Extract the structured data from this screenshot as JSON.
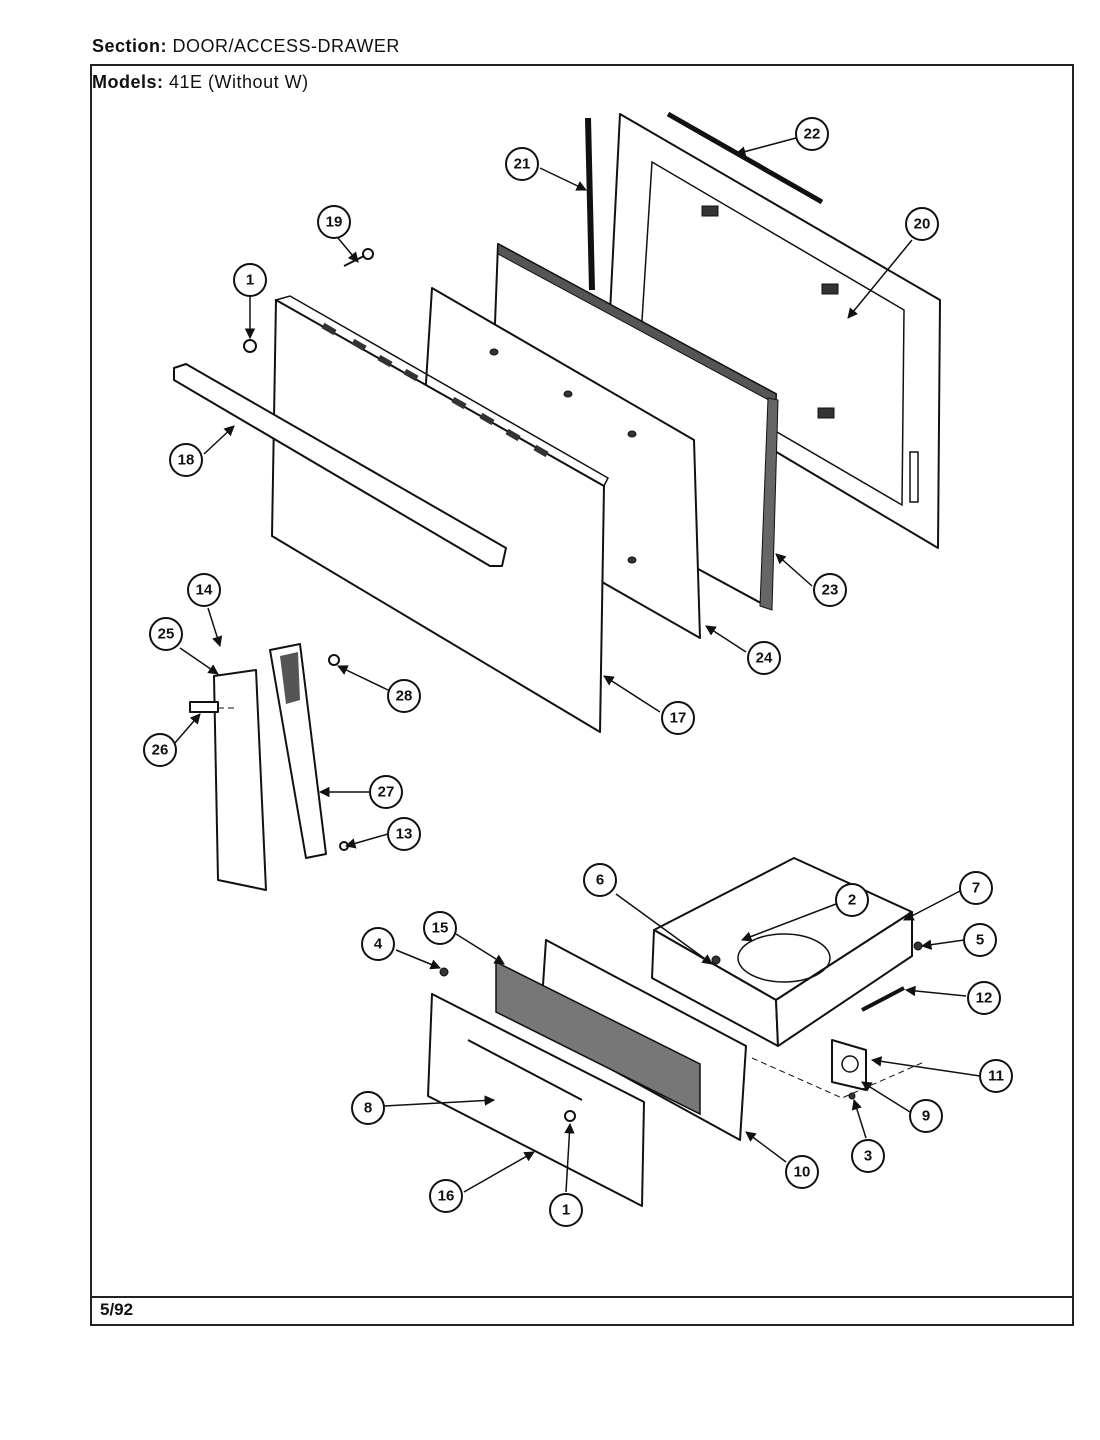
{
  "header": {
    "section_label": "Section:",
    "section_value": "DOOR/ACCESS-DRAWER",
    "models_label": "Models:",
    "models_value": "41E (Without W)"
  },
  "footer": {
    "date": "5/92"
  },
  "callouts": [
    {
      "id": "c1a",
      "number": "1"
    },
    {
      "id": "c19",
      "number": "19"
    },
    {
      "id": "c21",
      "number": "21"
    },
    {
      "id": "c22",
      "number": "22"
    },
    {
      "id": "c20",
      "number": "20"
    },
    {
      "id": "c18",
      "number": "18"
    },
    {
      "id": "c23",
      "number": "23"
    },
    {
      "id": "c24",
      "number": "24"
    },
    {
      "id": "c17",
      "number": "17"
    },
    {
      "id": "c14",
      "number": "14"
    },
    {
      "id": "c25",
      "number": "25"
    },
    {
      "id": "c28",
      "number": "28"
    },
    {
      "id": "c26",
      "number": "26"
    },
    {
      "id": "c27",
      "number": "27"
    },
    {
      "id": "c13",
      "number": "13"
    },
    {
      "id": "c6",
      "number": "6"
    },
    {
      "id": "c2",
      "number": "2"
    },
    {
      "id": "c7",
      "number": "7"
    },
    {
      "id": "c5",
      "number": "5"
    },
    {
      "id": "c4",
      "number": "4"
    },
    {
      "id": "c15",
      "number": "15"
    },
    {
      "id": "c12",
      "number": "12"
    },
    {
      "id": "c11",
      "number": "11"
    },
    {
      "id": "c8",
      "number": "8"
    },
    {
      "id": "c9",
      "number": "9"
    },
    {
      "id": "c3",
      "number": "3"
    },
    {
      "id": "c10",
      "number": "10"
    },
    {
      "id": "c16",
      "number": "16"
    },
    {
      "id": "c1b",
      "number": "1"
    }
  ]
}
